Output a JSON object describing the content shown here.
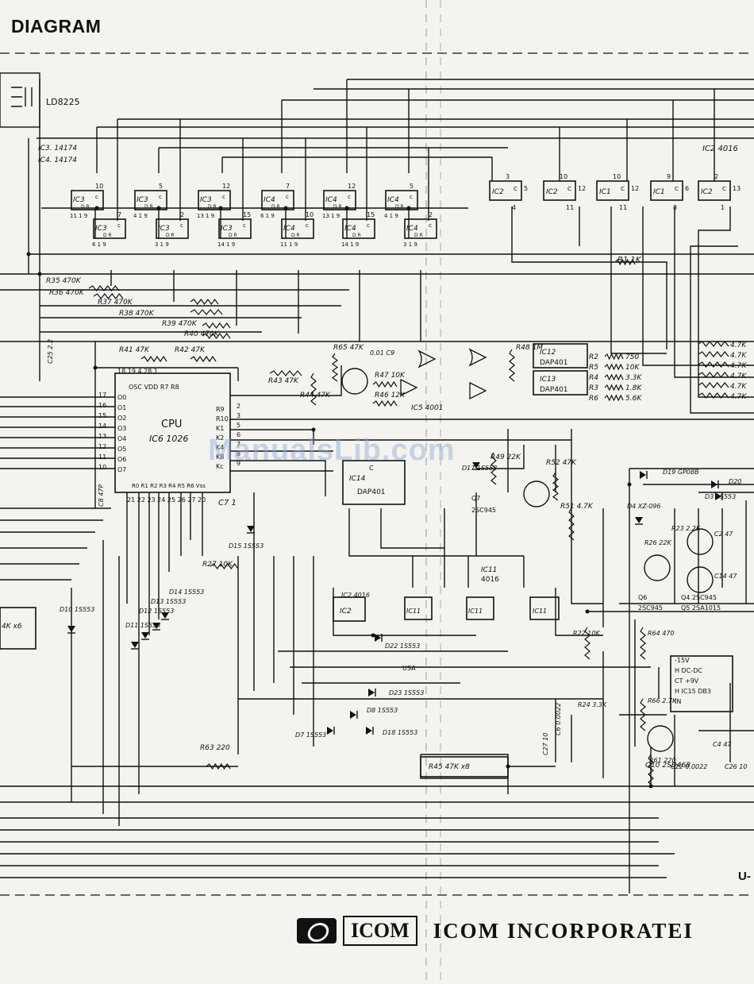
{
  "page": {
    "title": "DIAGRAM",
    "page_code": "U-",
    "watermark": "ManualsLib.com"
  },
  "footer": {
    "logo_text": "ICOM",
    "company": "ICOM INCORPORATEI"
  },
  "display": {
    "label": "LD8225"
  },
  "ic_notes": {
    "ic3": "IC3. 14174",
    "ic4": "IC4. 14174",
    "ic2": "IC2 4016"
  },
  "flipflops": [
    {
      "name": "IC3",
      "pin_top": "10",
      "pins_bottom": "11 1 9"
    },
    {
      "name": "IC3",
      "pin_top": "5",
      "pins_bottom": "4 1 9"
    },
    {
      "name": "IC3",
      "pin_top": "12",
      "pins_bottom": "13 1 9"
    },
    {
      "name": "IC4",
      "pin_top": "7",
      "pins_bottom": "6 1 9"
    },
    {
      "name": "IC4",
      "pin_top": "12",
      "pins_bottom": "13 1 9"
    },
    {
      "name": "IC4",
      "pin_top": "5",
      "pins_bottom": "4 1 9"
    },
    {
      "name": "IC3",
      "pin_top": "7",
      "pins_bottom": "6 1 9"
    },
    {
      "name": "IC3",
      "pin_top": "2",
      "pins_bottom": "3 1 9"
    },
    {
      "name": "IC3",
      "pin_top": "15",
      "pins_bottom": "14 1 9"
    },
    {
      "name": "IC4",
      "pin_top": "10",
      "pins_bottom": "11 1 9"
    },
    {
      "name": "IC4",
      "pin_top": "15",
      "pins_bottom": "14 1 9"
    },
    {
      "name": "IC4",
      "pin_top": "2",
      "pins_bottom": "3 1 9"
    }
  ],
  "switches": [
    {
      "name": "IC2",
      "pins": "3 5 4"
    },
    {
      "name": "IC2",
      "pins": "10 12 11"
    },
    {
      "name": "IC1",
      "pins": "10 12 11"
    },
    {
      "name": "IC1",
      "pins": "9 6 8"
    },
    {
      "name": "IC2",
      "pins": "2 13 1"
    }
  ],
  "resistors": {
    "r1": "R1 1K",
    "r35": "R35 470K",
    "r36": "R36 470K",
    "r37": "R37 470K",
    "r38": "R38 470K",
    "r39": "R39 470K",
    "r40": "R40 470K",
    "r41": "R41 47K",
    "r42": "R42 47K",
    "r43": "R43 47K",
    "r44": "R44 47K",
    "r65": "R65 47K",
    "r47": "R47 10K",
    "r46": "R46 12K",
    "r48": "R48 1M",
    "r49": "R49 22K",
    "r52": "R52 47K",
    "r51": "R51 4.7K",
    "r27": "R27 10K",
    "r63": "R63 220",
    "r45": "R45  47K x8",
    "r22": "R22 10K",
    "r24": "R24 3.3K",
    "r64": "R64 470",
    "r66": "R66 2.7K",
    "r61": "R61 220",
    "r23": "R23 2.2K",
    "r26": "R26 22K"
  },
  "resistor_bank": [
    {
      "name": "R2",
      "value": "750"
    },
    {
      "name": "R5",
      "value": "10K"
    },
    {
      "name": "R4",
      "value": "3.3K"
    },
    {
      "name": "R3",
      "value": "1.8K"
    },
    {
      "name": "R6",
      "value": "5.6K"
    }
  ],
  "right_values": [
    "4.7K",
    "4.7K",
    "4.7K",
    "4.7K",
    "4.7K",
    "4.7K"
  ],
  "cpu": {
    "label": "CPU",
    "part": "IC6 1026",
    "top_pins": "OSC   VDD   R7  R8",
    "bottom_pins": "R0 R1 R2 R3 R4 R5 R6 Vss",
    "left_pins": [
      "O0",
      "O1",
      "O2",
      "O3",
      "O4",
      "O5",
      "O6",
      "O7"
    ],
    "left_nums": [
      "17",
      "16",
      "15",
      "14",
      "13",
      "12",
      "11",
      "10"
    ],
    "right_pins": [
      "R9",
      "R10",
      "K1",
      "K2",
      "K4",
      "K8",
      "Kc"
    ],
    "right_nums": [
      "2",
      "3",
      "5",
      "6",
      "7",
      "8",
      "9"
    ],
    "bottom_nums": "21 22 23 24 25 26 27 20",
    "top_nums": "18  19  4  28  1"
  },
  "parts": {
    "dap401_12": "IC12 DAP401",
    "dap401_13": "IC13 DAP401",
    "dap401_14": "IC14 DAP401",
    "ic5": "IC5 4001",
    "ic11": "IC11 4016",
    "ic2b": "IC2 4016",
    "c9": "0.01  C9",
    "c25": "C25 2.2",
    "c8": "C8 47P",
    "c7": "C7 1",
    "q7": "Q7 2SC945",
    "dcdc": [
      "-15V",
      "H  DC-DC",
      "CT    +9V",
      "H  IC15 DB3",
      "IN"
    ],
    "q6": "Q6 2SC945",
    "q4": "Q4 2SC945",
    "q5": "Q5 2SA1015",
    "q10": "Q10 2SD468",
    "c22": "C22 0.0022",
    "c4": "C4 47",
    "c26": "C26 10",
    "c27": "C27 10",
    "c6": "C6 0.0022",
    "c2": "C2 47",
    "c14": "C14 47",
    "usa": "USA",
    "xtal_bank": "4K x6"
  },
  "diodes": {
    "d10": "D10 1S553",
    "d11": "D11 1S553",
    "d12": "D12 1S553",
    "d13": "D13 1S553",
    "d14": "D14 1S553",
    "d15": "D15 1S553",
    "d17": "D17 1S553",
    "d22": "D22 1S553",
    "d23": "D23 1S553",
    "d8": "D8 1S553",
    "d7": "D7 1S553",
    "d18": "D18 1S553",
    "d19": "D19 GP08B",
    "d3": "D3 1S553",
    "d20": "D20",
    "d4": "D4 XZ-096"
  }
}
